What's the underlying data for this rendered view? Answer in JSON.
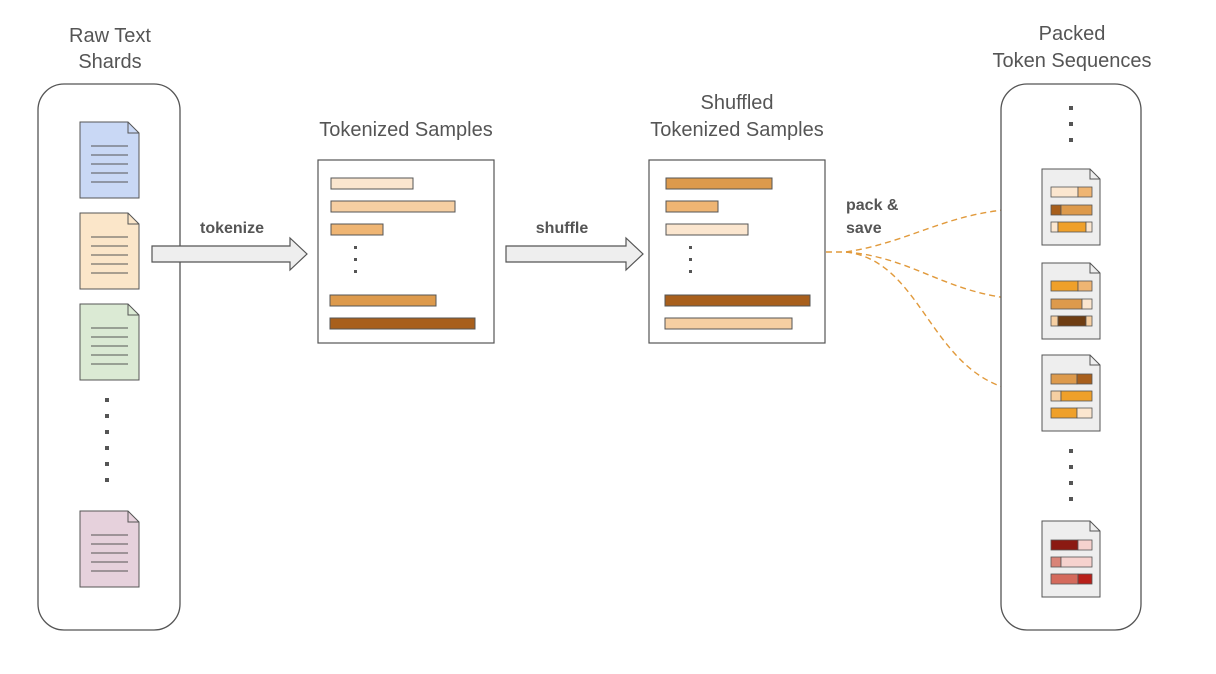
{
  "titles": {
    "raw_line1": "Raw Text",
    "raw_line2": "Shards",
    "tokenized": "Tokenized Samples",
    "shuffled_line1": "Shuffled",
    "shuffled_line2": "Tokenized Samples",
    "packed_line1": "Packed",
    "packed_line2": "Token Sequences"
  },
  "edges": {
    "tokenize": "tokenize",
    "shuffle": "shuffle",
    "pack_line1": "pack &",
    "pack_line2": "save"
  },
  "colors": {
    "shard_blue": "#c9d8f5",
    "shard_peach": "#fbe6c9",
    "shard_green": "#dbead4",
    "shard_pink": "#e6d1dc",
    "flow_arrow": "#e19a3c",
    "outline": "#555555"
  },
  "icons": [
    "document-icon",
    "ellipsis-icon",
    "block-arrow-icon"
  ]
}
